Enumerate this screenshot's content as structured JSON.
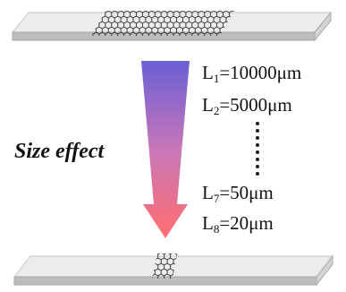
{
  "effect_label": "Size effect",
  "lengths": [
    {
      "letter": "L",
      "subscript": "1",
      "value": "=10000μm"
    },
    {
      "letter": "L",
      "subscript": "2",
      "value": "=5000μm"
    },
    {
      "letter": "L",
      "subscript": "7",
      "value": "=50μm"
    },
    {
      "letter": "L",
      "subscript": "8",
      "value": "=20μm"
    }
  ],
  "colors": {
    "arrow_top": "#6a5fd6",
    "arrow_bottom": "#ff6e6e",
    "substrate_top": "#ececec",
    "substrate_side": "#bdbdbd",
    "graphene": "#222222"
  }
}
